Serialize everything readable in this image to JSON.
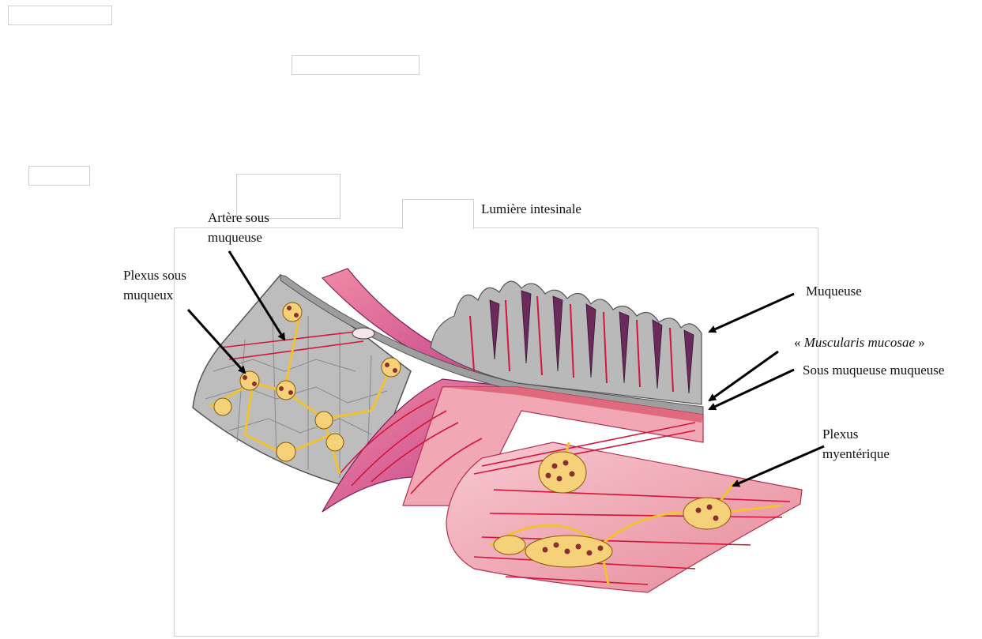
{
  "labels": {
    "lumiere": "Lumière intesinale",
    "artere_line1": "Artère sous",
    "artere_line2": "muqueuse",
    "plexus_sous_line1": "Plexus sous",
    "plexus_sous_line2": "muqueux",
    "muqueuse": "Muqueuse",
    "muscularis_open": "«",
    "muscularis_italic": "Muscularis mucosae",
    "muscularis_close": "»",
    "sous_muqueuse": "Sous muqueuse muqueuse",
    "plexus_myenterique_line1": "Plexus",
    "plexus_myenterique_line2": "myentérique"
  },
  "colors": {
    "mucosa_gray": "#b8b8b8",
    "muscle_pink": "#e8899c",
    "muscle_light": "#f4c2cc",
    "vessel_red": "#d4143a",
    "nerve_yellow": "#f1c232",
    "magenta_layer": "#b5338c",
    "arrow": "#000000"
  }
}
